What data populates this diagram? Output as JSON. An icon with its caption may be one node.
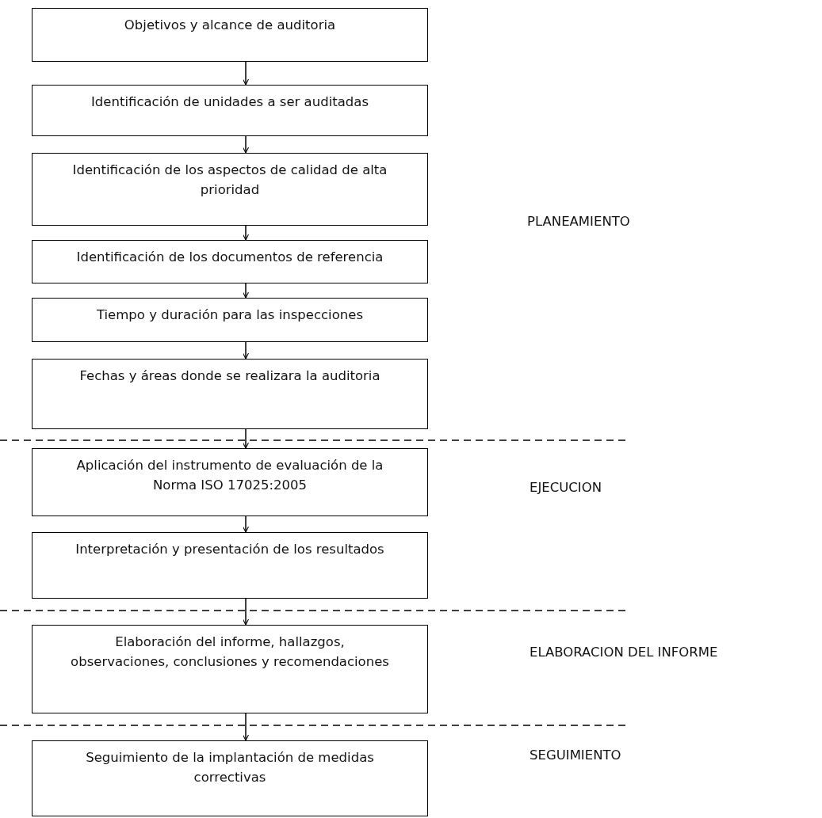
{
  "diagram": {
    "nodes": [
      {
        "text": [
          "Objetivos y alcance de auditoria"
        ]
      },
      {
        "text": [
          "Identificación de unidades a ser auditadas"
        ]
      },
      {
        "text": [
          "Identificación de los aspectos de calidad de alta prioridad"
        ]
      },
      {
        "text": [
          "Identificación de los documentos de referencia"
        ]
      },
      {
        "text": [
          "Tiempo y duración para las inspecciones"
        ]
      },
      {
        "text": [
          "Fechas y áreas donde se realizara la auditoria"
        ]
      },
      {
        "text": [
          "Aplicación del instrumento de evaluación de la Norma ISO 17025:2005"
        ]
      },
      {
        "text": [
          "Interpretación y presentación de los resultados"
        ]
      },
      {
        "text": [
          "Elaboración del informe, hallazgos, observaciones, conclusiones y recomendaciones"
        ]
      },
      {
        "text": [
          "Seguimiento de la implantación de medidas correctivas"
        ]
      }
    ],
    "edges": [
      {
        "from": 0,
        "to": 1,
        "arrow": "to"
      },
      {
        "from": 1,
        "to": 2,
        "arrow": "to"
      },
      {
        "from": 2,
        "to": 3,
        "arrow": "to"
      },
      {
        "from": 3,
        "to": 4,
        "arrow": "to"
      },
      {
        "from": 4,
        "to": 5,
        "arrow": "to"
      },
      {
        "from": 5,
        "to": 6,
        "arrow": "to"
      },
      {
        "from": 6,
        "to": 7,
        "arrow": "to"
      },
      {
        "from": 7,
        "to": 8,
        "arrow": "to"
      },
      {
        "from": 8,
        "to": 9,
        "arrow": "to"
      }
    ],
    "labels": [
      "PLANEAMIENTO",
      "EJECUCION",
      "ELABORACION DEL INFORME",
      "SEGUIMIENTO"
    ]
  }
}
